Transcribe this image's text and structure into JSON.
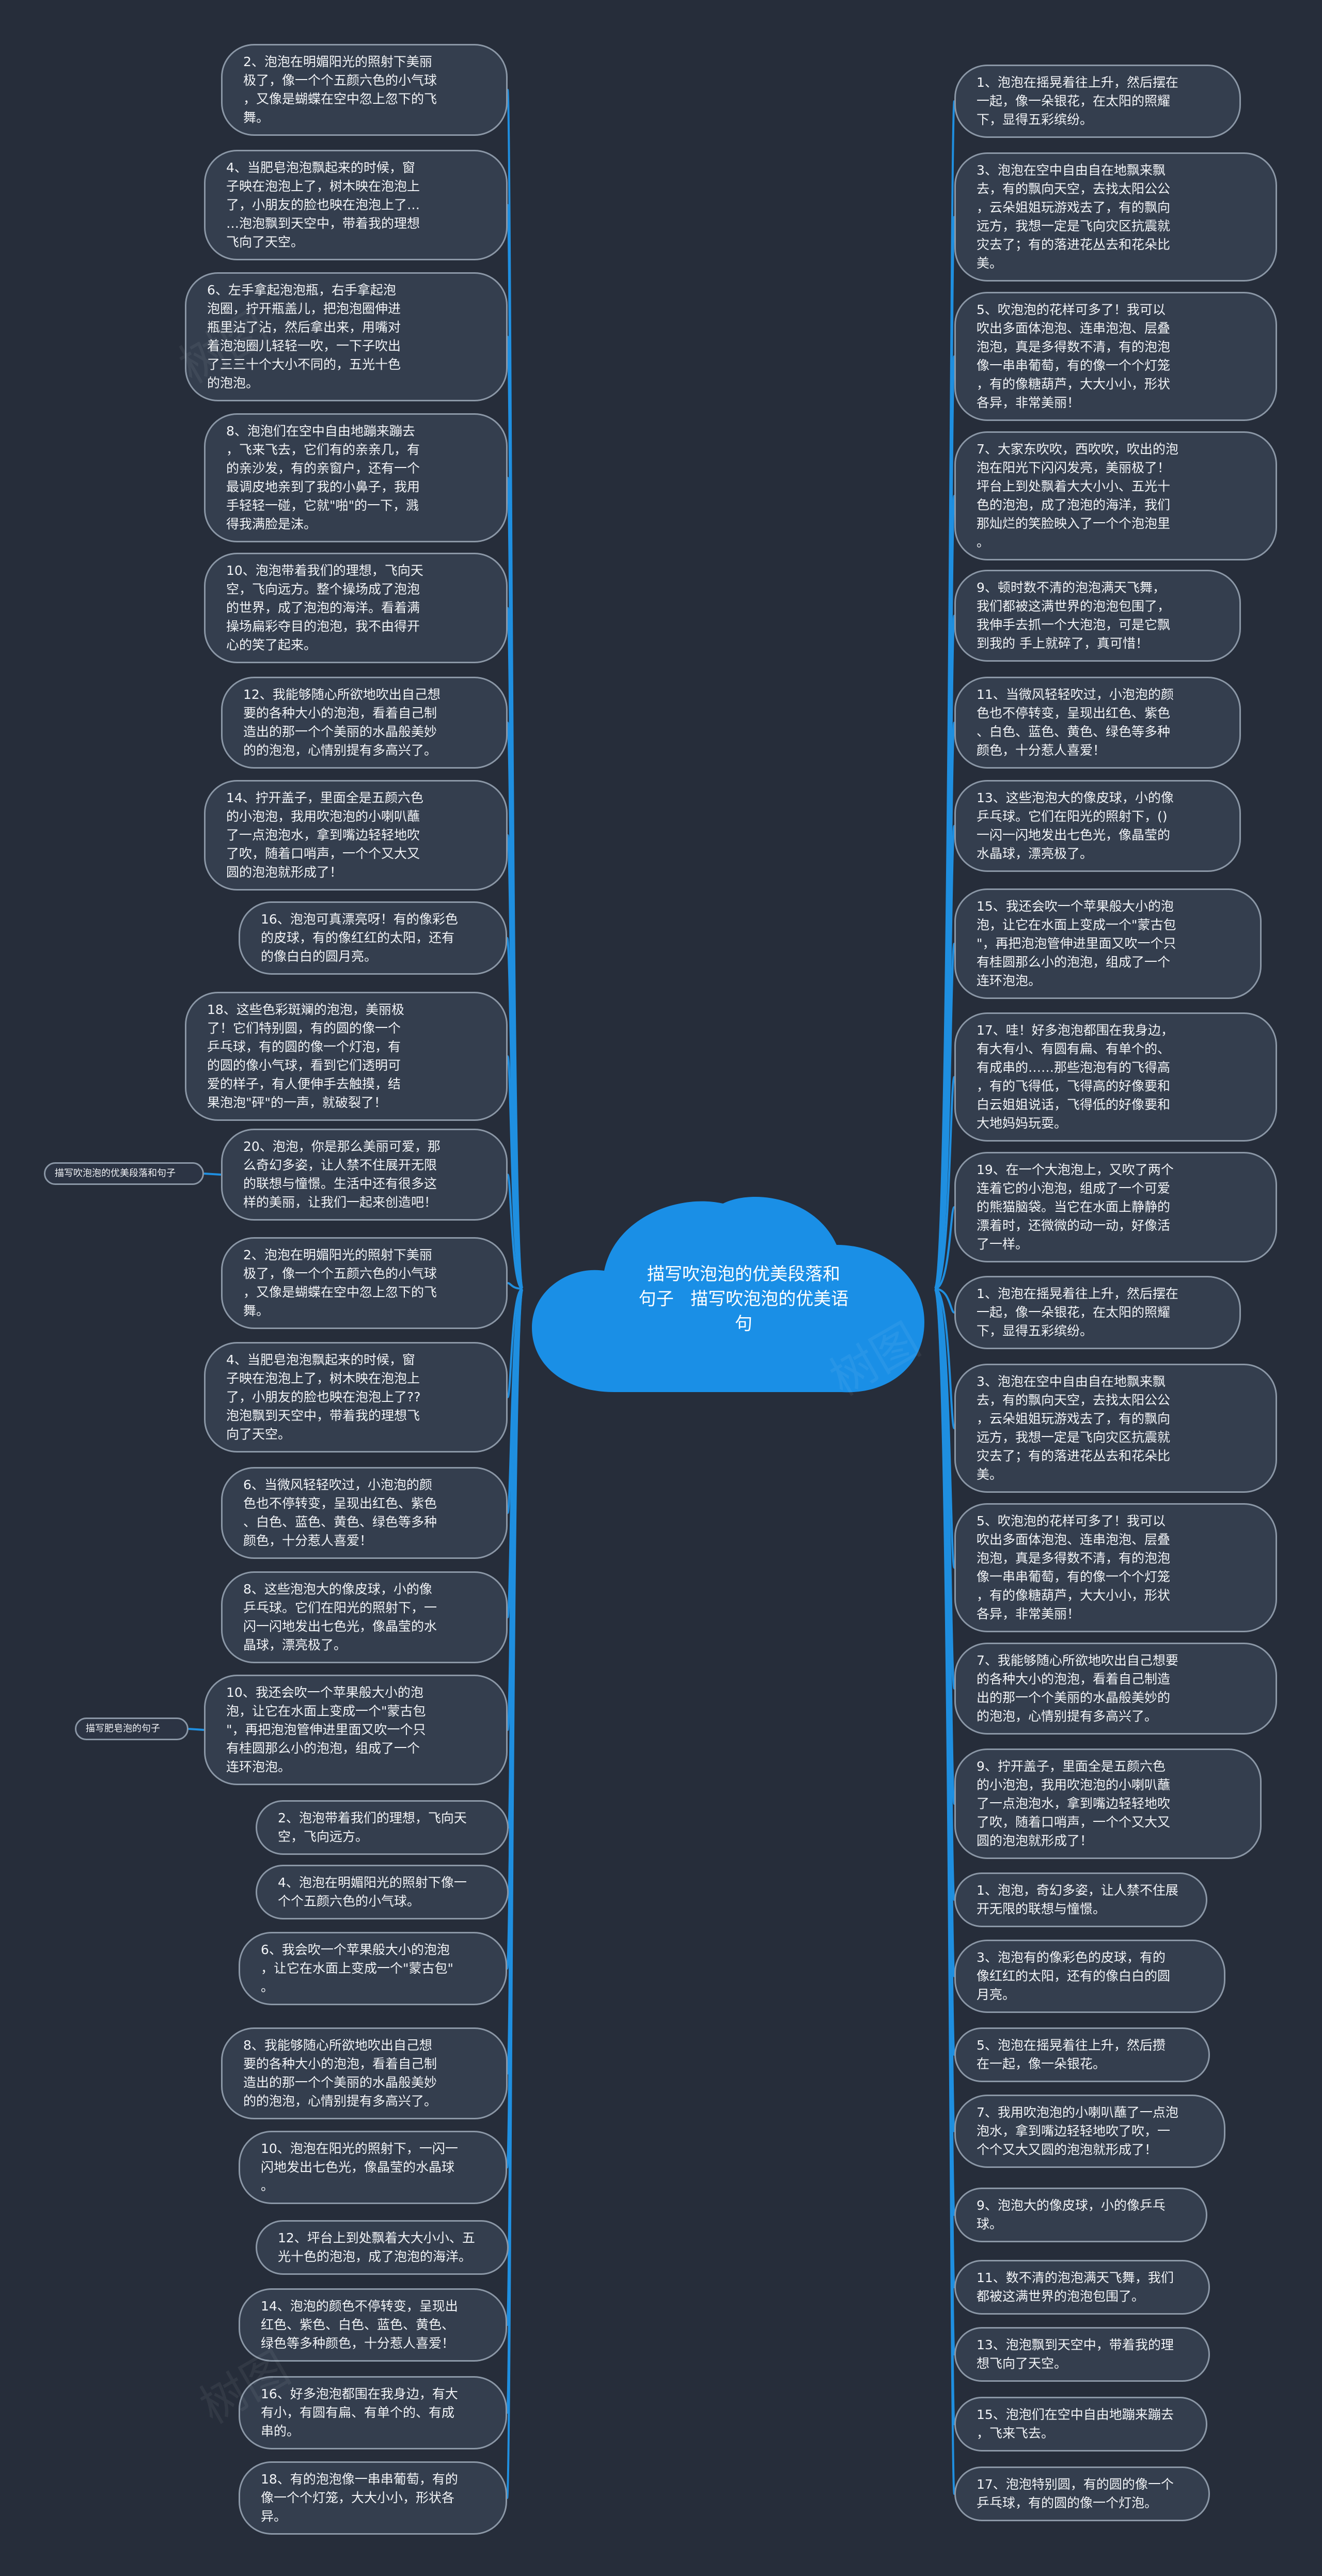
{
  "center": {
    "title": "描写吹泡泡的优美段落和\n句子   描写吹泡泡的优美语\n句"
  },
  "watermark": "树图",
  "left_nodes": [
    "2、泡泡在明媚阳光的照射下美丽\n极了，像一个个五颜六色的小气球\n，又像是蝴蝶在空中忽上忽下的飞\n舞。",
    "4、当肥皂泡泡飘起来的时候，窗\n子映在泡泡上了，树木映在泡泡上\n了，小朋友的脸也映在泡泡上了…\n…泡泡飘到天空中，带着我的理想\n飞向了天空。",
    "6、左手拿起泡泡瓶，右手拿起泡\n泡圈，拧开瓶盖儿，把泡泡圈伸进\n瓶里沾了沾，然后拿出来，用嘴对\n着泡泡圈儿轻轻一吹，一下子吹出\n了三三十个大小不同的，五光十色\n的泡泡。",
    "8、泡泡们在空中自由地蹦来蹦去\n，飞来飞去，它们有的亲亲几，有\n的亲沙发，有的亲窗户，还有一个\n最调皮地亲到了我的小鼻子，我用\n手轻轻一碰，它就\"啪\"的一下，溅\n得我满脸是沫。",
    "10、泡泡带着我们的理想，飞向天\n空，飞向远方。整个操场成了泡泡\n的世界，成了泡泡的海洋。看着满\n操场扁彩夺目的泡泡，我不由得开\n心的笑了起来。",
    "12、我能够随心所欲地吹出自己想\n要的各种大小的泡泡，看着自己制\n造出的那一个个美丽的水晶般美妙\n的的泡泡，心情别提有多高兴了。",
    "14、拧开盖子，里面全是五颜六色\n的小泡泡，我用吹泡泡的小喇叭蘸\n了一点泡泡水，拿到嘴边轻轻地吹\n了吹，随着口哨声，一个个又大又\n圆的泡泡就形成了！",
    "16、泡泡可真漂亮呀！有的像彩色\n的皮球，有的像红红的太阳，还有\n的像白白的圆月亮。",
    "18、这些色彩斑斓的泡泡，美丽极\n了！它们特别圆，有的圆的像一个\n乒乓球，有的圆的像一个灯泡，有\n的圆的像小气球，看到它们透明可\n爱的样子，有人便伸手去触摸，结\n果泡泡\"砰\"的一声，就破裂了！",
    "20、泡泡，你是那么美丽可爱，那\n么奇幻多姿，让人禁不住展开无限\n的联想与憧憬。生活中还有很多这\n样的美丽，让我们一起来创造吧！",
    "2、泡泡在明媚阳光的照射下美丽\n极了，像一个个五颜六色的小气球\n，又像是蝴蝶在空中忽上忽下的飞\n舞。",
    "4、当肥皂泡泡飘起来的时候，窗\n子映在泡泡上了，树木映在泡泡上\n了，小朋友的脸也映在泡泡上了??\n泡泡飘到天空中，带着我的理想飞\n向了天空。",
    "6、当微风轻轻吹过，小泡泡的颜\n色也不停转变，呈现出红色、紫色\n、白色、蓝色、黄色、绿色等多种\n颜色，十分惹人喜爱！",
    "8、这些泡泡大的像皮球，小的像\n乒乓球。它们在阳光的照射下，一\n闪一闪地发出七色光，像晶莹的水\n晶球，漂亮极了。",
    "10、我还会吹一个苹果般大小的泡\n泡，让它在水面上变成一个\"蒙古包\n\"，再把泡泡管伸进里面又吹一个只\n有桂圆那么小的泡泡，组成了一个\n连环泡泡。",
    "2、泡泡带着我们的理想，飞向天\n空，飞向远方。",
    "4、泡泡在明媚阳光的照射下像一\n个个五颜六色的小气球。",
    "6、我会吹一个苹果般大小的泡泡\n，让它在水面上变成一个\"蒙古包\"\n。",
    "8、我能够随心所欲地吹出自己想\n要的各种大小的泡泡，看着自己制\n造出的那一个个美丽的水晶般美妙\n的的泡泡，心情别提有多高兴了。",
    "10、泡泡在阳光的照射下，一闪一\n闪地发出七色光，像晶莹的水晶球\n。",
    "12、坪台上到处飘着大大小小、五\n光十色的泡泡，成了泡泡的海洋。",
    "14、泡泡的颜色不停转变，呈现出\n红色、紫色、白色、蓝色、黄色、\n绿色等多种颜色，十分惹人喜爱！",
    "16、好多泡泡都围在我身边，有大\n有小，有圆有扁、有单个的、有成\n串的。",
    "18、有的泡泡像一串串葡萄，有的\n像一个个灯笼，大大小小，形状各\n异。"
  ],
  "right_nodes": [
    "1、泡泡在摇晃着往上升，然后摆在\n一起，像一朵银花，在太阳的照耀\n下，显得五彩缤纷。",
    "3、泡泡在空中自由自在地飘来飘\n去，有的飘向天空，去找太阳公公\n，云朵姐姐玩游戏去了，有的飘向\n远方，我想一定是飞向灾区抗震就\n灾去了；有的落进花丛去和花朵比\n美。",
    "5、吹泡泡的花样可多了！我可以\n吹出多面体泡泡、连串泡泡、层叠\n泡泡，真是多得数不清，有的泡泡\n像一串串葡萄，有的像一个个灯笼\n，有的像糖葫芦，大大小小，形状\n各异，非常美丽！",
    "7、大家东吹吹，西吹吹，吹出的泡\n泡在阳光下闪闪发亮，美丽极了！\n坪台上到处飘着大大小小、五光十\n色的泡泡，成了泡泡的海洋，我们\n那灿烂的笑脸映入了一个个泡泡里\n。",
    "9、顿时数不清的泡泡满天飞舞，\n我们都被这满世界的泡泡包围了，\n我伸手去抓一个大泡泡，可是它飘\n到我的 手上就碎了，真可惜！",
    "11、当微风轻轻吹过，小泡泡的颜\n色也不停转变，呈现出红色、紫色\n、白色、蓝色、黄色、绿色等多种\n颜色，十分惹人喜爱！",
    "13、这些泡泡大的像皮球，小的像\n乒乓球。它们在阳光的照射下，()\n一闪一闪地发出七色光，像晶莹的\n水晶球，漂亮极了。",
    "15、我还会吹一个苹果般大小的泡\n泡，让它在水面上变成一个\"蒙古包\n\"，再把泡泡管伸进里面又吹一个只\n有桂圆那么小的泡泡，组成了一个\n连环泡泡。",
    "17、哇！好多泡泡都围在我身边，\n有大有小、有圆有扁、有单个的、\n有成串的……那些泡泡有的飞得高\n，有的飞得低，飞得高的好像要和\n白云姐姐说话，飞得低的好像要和\n大地妈妈玩耍。",
    "19、在一个大泡泡上，又吹了两个\n连着它的小泡泡，组成了一个可爱\n的熊猫脑袋。当它在水面上静静的\n漂着时，还微微的动一动，好像活\n了一样。",
    "1、泡泡在摇晃着往上升，然后摆在\n一起，像一朵银花，在太阳的照耀\n下，显得五彩缤纷。",
    "3、泡泡在空中自由自在地飘来飘\n去，有的飘向天空，去找太阳公公\n，云朵姐姐玩游戏去了，有的飘向\n远方，我想一定是飞向灾区抗震就\n灾去了；有的落进花丛去和花朵比\n美。",
    "5、吹泡泡的花样可多了！我可以\n吹出多面体泡泡、连串泡泡、层叠\n泡泡，真是多得数不清，有的泡泡\n像一串串葡萄，有的像一个个灯笼\n，有的像糖葫芦，大大小小，形状\n各异，非常美丽！",
    "7、我能够随心所欲地吹出自己想要\n的各种大小的泡泡，看着自己制造\n出的那一个个美丽的水晶般美妙的\n的泡泡，心情别提有多高兴了。",
    "9、拧开盖子，里面全是五颜六色\n的小泡泡，我用吹泡泡的小喇叭蘸\n了一点泡泡水，拿到嘴边轻轻地吹\n了吹，随着口哨声，一个个又大又\n圆的泡泡就形成了！",
    "1、泡泡，奇幻多姿，让人禁不住展\n开无限的联想与憧憬。",
    "3、泡泡有的像彩色的皮球，有的\n像红红的太阳，还有的像白白的圆\n月亮。",
    "5、泡泡在摇晃着往上升，然后攒\n在一起，像一朵银花。",
    "7、我用吹泡泡的小喇叭蘸了一点泡\n泡水，拿到嘴边轻轻地吹了吹，一\n个个又大又圆的泡泡就形成了！",
    "9、泡泡大的像皮球，小的像乒乓\n球。",
    "11、数不清的泡泡满天飞舞，我们\n都被这满世界的泡泡包围了。",
    "13、泡泡飘到天空中，带着我的理\n想飞向了天空。",
    "15、泡泡们在空中自由地蹦来蹦去\n，飞来飞去。",
    "17、泡泡特别圆，有的圆的像一个\n乒乓球，有的圆的像一个灯泡。"
  ],
  "side_labels": [
    "描写吹泡泡的优美段落和句子",
    "描写肥皂泡的句子"
  ],
  "colors": {
    "background": "#262d3a",
    "wire": "#1f8fe0",
    "node_fill": "#343e4e",
    "node_border": "#8b97a6",
    "cloud": "#1a8fe6"
  }
}
